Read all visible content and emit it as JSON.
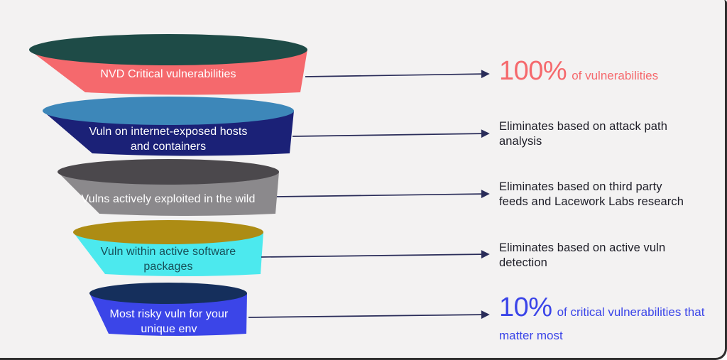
{
  "diagram": {
    "background_color": "#f3f2f2",
    "arrow_color": "#292c59",
    "description_text_color": "#1d1d27"
  },
  "funnel": {
    "stages": [
      {
        "label": "NVD Critical vulnerabilities",
        "top_color": "#1e4b47",
        "body_color": "#f5696d",
        "label_color": "#ffffff",
        "result": {
          "highlight": "100%",
          "text": "of vulnerabilities",
          "color": "#f5696d"
        }
      },
      {
        "label": "Vuln on internet-exposed hosts and containers",
        "top_color": "#3d87b9",
        "body_color": "#1b2177",
        "label_color": "#ffffff",
        "result": {
          "text": "Eliminates based on attack path analysis",
          "color": "#1d1d27"
        }
      },
      {
        "label": "Vulns actively exploited in the wild",
        "top_color": "#4b484c",
        "body_color": "#8b898c",
        "label_color": "#ffffff",
        "result": {
          "text": "Eliminates based on third party feeds and Lacework Labs research",
          "color": "#1d1d27"
        }
      },
      {
        "label": "Vuln within active software packages",
        "top_color": "#ad8c14",
        "body_color": "#4ce9ee",
        "label_color": "#174f58",
        "result": {
          "text": "Eliminates based on active vuln detection",
          "color": "#1d1d27"
        }
      },
      {
        "label": "Most risky vuln for your unique env",
        "top_color": "#152f5c",
        "body_color": "#3b45e8",
        "label_color": "#ffffff",
        "result": {
          "highlight": "10%",
          "text": "of critical vulnerabilities that matter most",
          "color": "#3b45e8"
        }
      }
    ]
  }
}
